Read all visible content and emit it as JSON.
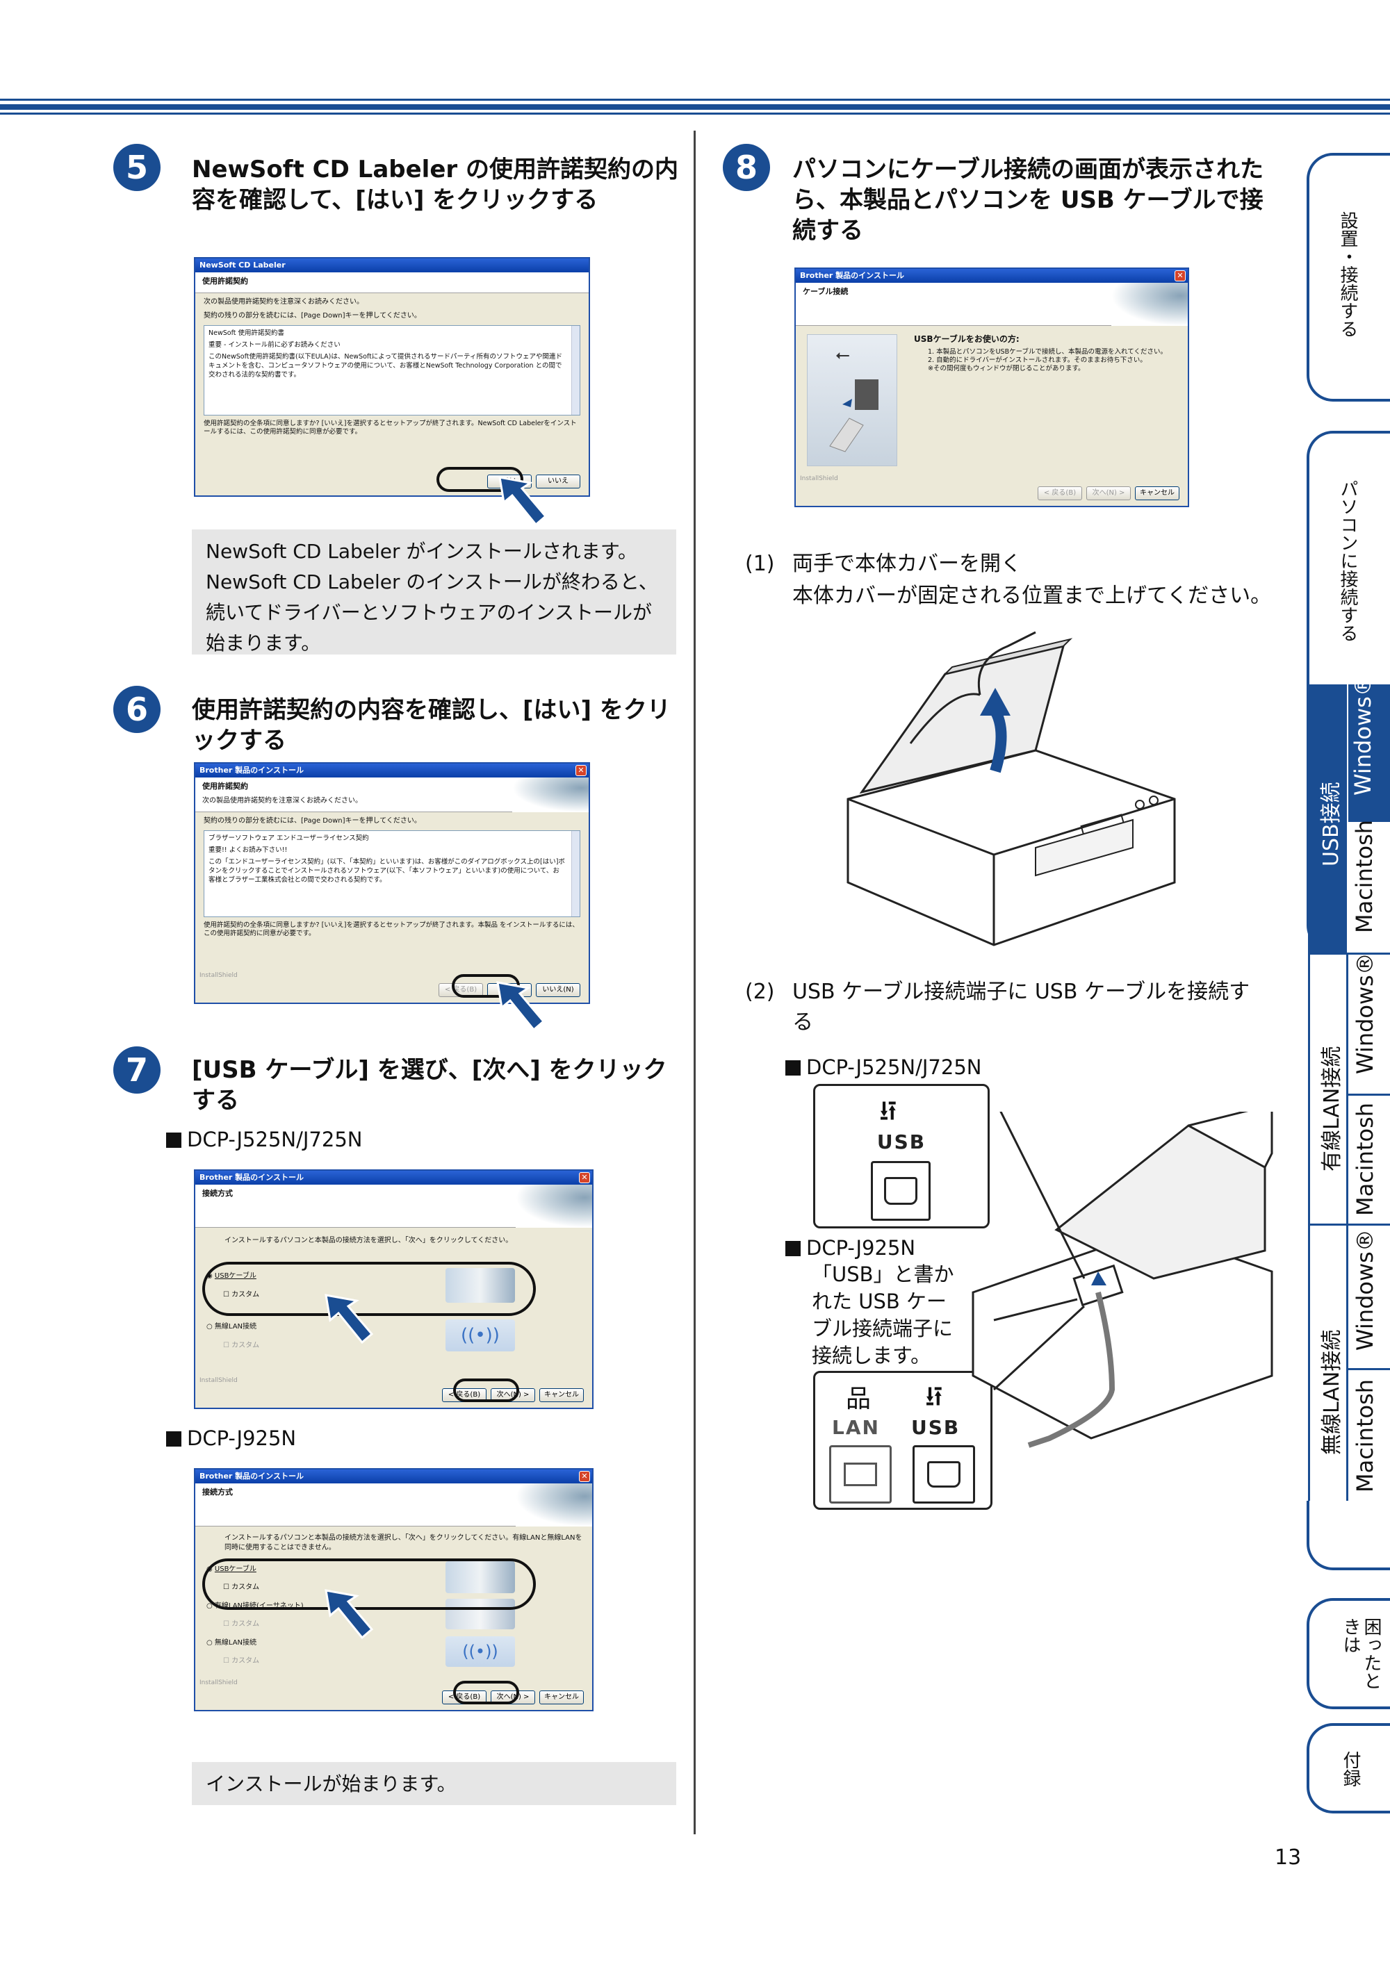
{
  "page_number": "13",
  "colors": {
    "accent": "#1a4d92",
    "note_bg": "#e6e6e6"
  },
  "step5": {
    "num": "5",
    "title": "NewSoft CD Labeler の使用許諾契約の内容を確認して、[はい] をクリックする",
    "dialog": {
      "titlebar": "NewSoft CD Labeler",
      "header": "使用許諾契約",
      "line1": "次の製品使用許諾契約を注意深くお読みください。",
      "line2": "契約の残りの部分を読むには、[Page Down]キーを押してください。",
      "box_title": "NewSoft 使用許諾契約書",
      "box_line1": "重要 - インストール前に必ずお読みください",
      "box_line2": "このNewSoft使用許諾契約書(以下EULA)は、NewSoftによって提供されるサードパーティ所有のソフトウェアや関連ドキュメントを含む、コンピュータソフトウェアの使用について、お客様とNewSoft Technology Corporation との間で交わされる法的な契約書です。",
      "footer": "使用許諾契約の全条項に同意しますか? [いいえ]を選択するとセットアップが終了されます。NewSoft CD Labelerをインストールするには、この使用許諾契約に同意が必要です。",
      "btn_yes": "はい",
      "btn_no": "いいえ"
    },
    "note": "NewSoft CD Labeler がインストールされます。NewSoft CD Labeler のインストールが終わると、続いてドライバーとソフトウェアのインストールが始まります。"
  },
  "step6": {
    "num": "6",
    "title": "使用許諾契約の内容を確認し、[はい] をクリックする",
    "dialog": {
      "titlebar": "Brother 製品のインストール",
      "header": "使用許諾契約",
      "line1": "次の製品使用許諾契約を注意深くお読みください。",
      "line2": "契約の残りの部分を読むには、[Page Down]キーを押してください。",
      "box_title": "ブラザーソフトウェア エンドユーザーライセンス契約",
      "box_line1": "重要!! よくお読み下さい!!",
      "box_line2": "この「エンドユーザーライセンス契約」(以下、「本契約」といいます)は、お客様がこのダイアログボックス上の[はい]ボタンをクリックすることでインストールされるソフトウェア(以下、「本ソフトウェア」といいます)の使用について、お客様とブラザー工業株式会社との間で交わされる契約です。",
      "footer": "使用許諾契約の全条項に同意しますか? [いいえ]を選択するとセットアップが終了されます。本製品 をインストールするには、この使用許諾契約に同意が必要です。",
      "installshield": "InstallShield",
      "btn_back": "< 戻る(B)",
      "btn_yes": "はい(Y)",
      "btn_no": "いいえ(N)"
    }
  },
  "step7": {
    "num": "7",
    "title": "[USB ケーブル] を選び、[次へ] をクリックする",
    "model_a": "DCP-J525N/J725N",
    "model_b": "DCP-J925N",
    "dialog_a": {
      "titlebar": "Brother 製品のインストール",
      "header": "接続方式",
      "line1": "インストールするパソコンと本製品の接続方法を選択し、「次へ」をクリックしてください。",
      "opt_usb": "USBケーブル",
      "opt_custom": "カスタム",
      "opt_wireless": "無線LAN接続",
      "installshield": "InstallShield",
      "btn_back": "< 戻る(B)",
      "btn_next": "次へ(N) >",
      "btn_cancel": "キャンセル"
    },
    "dialog_b": {
      "titlebar": "Brother 製品のインストール",
      "header": "接続方式",
      "line1": "インストールするパソコンと本製品の接続方法を選択し、「次へ」をクリックしてください。有線LANと無線LANを同時に使用することはできません。",
      "opt_usb": "USBケーブル",
      "opt_custom": "カスタム",
      "opt_wired": "有線LAN接続(イーサネット)",
      "opt_wireless": "無線LAN接続",
      "installshield": "InstallShield",
      "btn_back": "< 戻る(B)",
      "btn_next": "次へ(N) >",
      "btn_cancel": "キャンセル"
    },
    "note": "インストールが始まります。"
  },
  "step8": {
    "num": "8",
    "title": "パソコンにケーブル接続の画面が表示されたら、本製品とパソコンを USB ケーブルで接続する",
    "dialog": {
      "titlebar": "Brother 製品のインストール",
      "header": "ケーブル接続",
      "usb_title": "USBケーブルをお使いの方:",
      "usb_line1": "1. 本製品とパソコンをUSBケーブルで接続し、本製品の電源を入れてください。",
      "usb_line2": "2. 自動的にドライバーがインストールされます。そのままお待ち下さい。",
      "usb_line3": "※その間何度もウィンドウが閉じることがあります。",
      "installshield": "InstallShield",
      "btn_back": "< 戻る(B)",
      "btn_next": "次へ(N) >",
      "btn_cancel": "キャンセル"
    },
    "sub1_num": "(1)",
    "sub1_title": "両手で本体カバーを開く",
    "sub1_text": "本体カバーが固定される位置まで上げてください。",
    "sub2_num": "(2)",
    "sub2_title": "USB ケーブル接続端子に USB ケーブルを接続する",
    "model_a": "DCP-J525N/J725N",
    "model_b": "DCP-J925N",
    "model_b_text": "「USB」と書かれた USB ケーブル接続端子に接続します。",
    "port_usb": "USB",
    "port_lan": "LAN"
  },
  "tabs": {
    "setup": "設置・接続する",
    "pc": "パソコンに接続する",
    "usb_section": "USB接続",
    "wired_section": "有線LAN接続",
    "wireless_section": "無線LAN接続",
    "windows": "Windows®",
    "macintosh": "Macintosh",
    "trouble": "困ったときは",
    "appendix": "付録"
  }
}
